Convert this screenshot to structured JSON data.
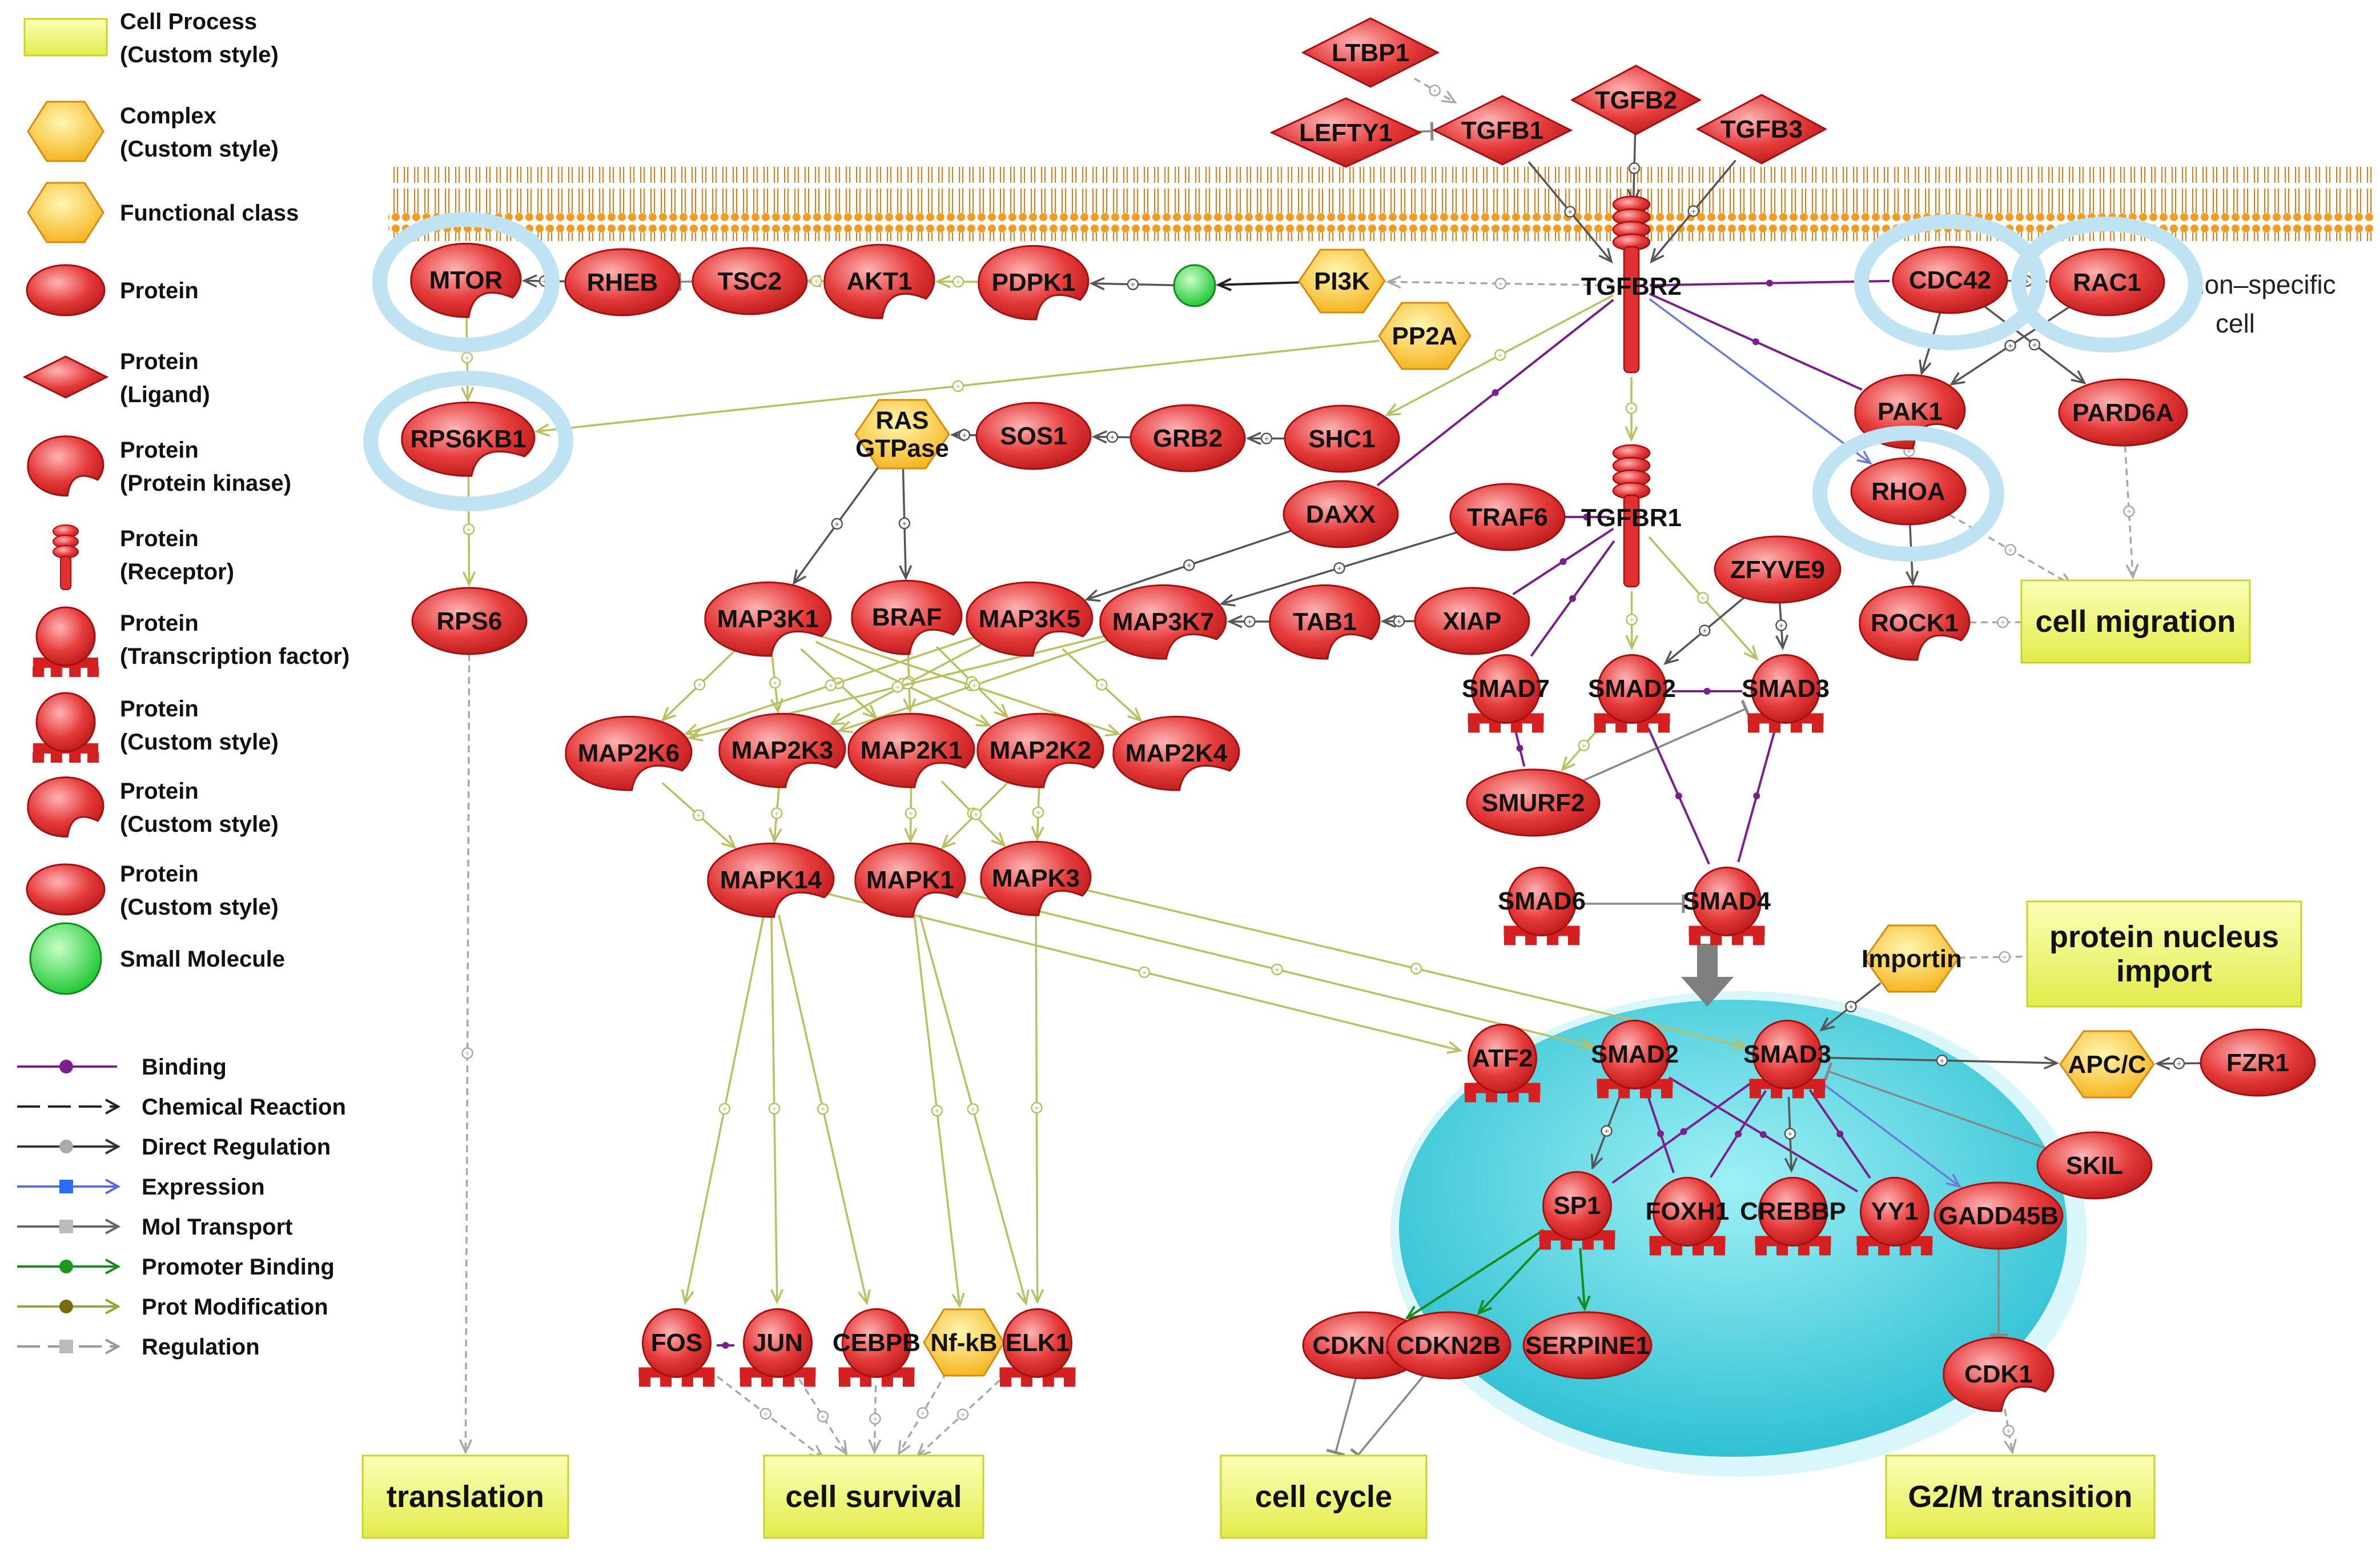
{
  "legend": {
    "node_types": [
      {
        "shape": "process",
        "line1": "Cell Process",
        "line2": "(Custom style)"
      },
      {
        "shape": "hexagon",
        "line1": "Complex",
        "line2": "(Custom style)"
      },
      {
        "shape": "hexagon",
        "line1": "Functional class",
        "line2": ""
      },
      {
        "shape": "ellipse",
        "line1": "Protein",
        "line2": ""
      },
      {
        "shape": "diamond",
        "line1": "Protein",
        "line2": "(Ligand)"
      },
      {
        "shape": "kinase",
        "line1": "Protein",
        "line2": "(Protein kinase)"
      },
      {
        "shape": "receptor",
        "line1": "Protein",
        "line2": "(Receptor)"
      },
      {
        "shape": "tf",
        "line1": "Protein",
        "line2": "(Transcription factor)"
      },
      {
        "shape": "tf",
        "line1": "Protein",
        "line2": "(Custom style)"
      },
      {
        "shape": "kinase",
        "line1": "Protein",
        "line2": "(Custom style)"
      },
      {
        "shape": "ellipse",
        "line1": "Protein",
        "line2": "(Custom style)"
      },
      {
        "shape": "small",
        "line1": "Small Molecule",
        "line2": ""
      }
    ],
    "edge_types": [
      {
        "label": "Binding",
        "color": "#7b1f8f",
        "style": "solid",
        "marker": "dot"
      },
      {
        "label": "Chemical Reaction",
        "color": "#222222",
        "style": "dash",
        "marker": "arrow"
      },
      {
        "label": "Direct Regulation",
        "color": "#333333",
        "style": "solid",
        "marker": "grey"
      },
      {
        "label": "Expression",
        "color": "#5a6fd0",
        "style": "solid",
        "marker": "square"
      },
      {
        "label": "Mol Transport",
        "color": "#666666",
        "style": "solid",
        "marker": "greysquare"
      },
      {
        "label": "Promoter Binding",
        "color": "#1a8a1a",
        "style": "solid",
        "marker": "green"
      },
      {
        "label": "Prot Modification",
        "color": "#9aa23a",
        "style": "solid",
        "marker": "olive"
      },
      {
        "label": "Regulation",
        "color": "#999999",
        "style": "dash",
        "marker": "greysquare"
      }
    ]
  },
  "cell_label": {
    "line1": "non–specific",
    "line2": "cell"
  },
  "nodes": [
    {
      "id": "LTBP1",
      "label": "LTBP1",
      "type": "diamond"
    },
    {
      "id": "LEFTY1",
      "label": "LEFTY1",
      "type": "diamond"
    },
    {
      "id": "TGFB1",
      "label": "TGFB1",
      "type": "diamond"
    },
    {
      "id": "TGFB2",
      "label": "TGFB2",
      "type": "diamond"
    },
    {
      "id": "TGFB3",
      "label": "TGFB3",
      "type": "diamond"
    },
    {
      "id": "TGFBR2",
      "label": "TGFBR2",
      "type": "receptor"
    },
    {
      "id": "TGFBR1",
      "label": "TGFBR1",
      "type": "receptor"
    },
    {
      "id": "MTOR",
      "label": "MTOR",
      "type": "kinase",
      "halo": true
    },
    {
      "id": "RHEB",
      "label": "RHEB",
      "type": "ellipse"
    },
    {
      "id": "TSC2",
      "label": "TSC2",
      "type": "ellipse"
    },
    {
      "id": "AKT1",
      "label": "AKT1",
      "type": "kinase"
    },
    {
      "id": "PDPK1",
      "label": "PDPK1",
      "type": "kinase"
    },
    {
      "id": "SMALL",
      "label": "",
      "type": "small"
    },
    {
      "id": "PI3K",
      "label": "PI3K",
      "type": "hexagon"
    },
    {
      "id": "PP2A",
      "label": "PP2A",
      "type": "hexagon"
    },
    {
      "id": "CDC42",
      "label": "CDC42",
      "type": "ellipse",
      "halo": true
    },
    {
      "id": "RAC1",
      "label": "RAC1",
      "type": "ellipse",
      "halo": true
    },
    {
      "id": "RPS6KB1",
      "label": "RPS6KB1",
      "type": "kinase",
      "halo": true
    },
    {
      "id": "RASG",
      "label": "RAS\nGTPase",
      "type": "hexagon"
    },
    {
      "id": "SOS1",
      "label": "SOS1",
      "type": "ellipse"
    },
    {
      "id": "GRB2",
      "label": "GRB2",
      "type": "ellipse"
    },
    {
      "id": "SHC1",
      "label": "SHC1",
      "type": "ellipse"
    },
    {
      "id": "PAK1",
      "label": "PAK1",
      "type": "kinase"
    },
    {
      "id": "PARD6A",
      "label": "PARD6A",
      "type": "ellipse"
    },
    {
      "id": "DAXX",
      "label": "DAXX",
      "type": "ellipse"
    },
    {
      "id": "TRAF6",
      "label": "TRAF6",
      "type": "ellipse"
    },
    {
      "id": "RHOA",
      "label": "RHOA",
      "type": "ellipse",
      "halo": true
    },
    {
      "id": "ZFYVE9",
      "label": "ZFYVE9",
      "type": "ellipse"
    },
    {
      "id": "RPS6",
      "label": "RPS6",
      "type": "ellipse"
    },
    {
      "id": "MAP3K1",
      "label": "MAP3K1",
      "type": "kinase"
    },
    {
      "id": "BRAF",
      "label": "BRAF",
      "type": "kinase"
    },
    {
      "id": "MAP3K5",
      "label": "MAP3K5",
      "type": "kinase"
    },
    {
      "id": "MAP3K7",
      "label": "MAP3K7",
      "type": "kinase"
    },
    {
      "id": "TAB1",
      "label": "TAB1",
      "type": "kinase"
    },
    {
      "id": "XIAP",
      "label": "XIAP",
      "type": "ellipse"
    },
    {
      "id": "ROCK1",
      "label": "ROCK1",
      "type": "kinase"
    },
    {
      "id": "SMAD7",
      "label": "SMAD7",
      "type": "tf"
    },
    {
      "id": "SMAD2c",
      "label": "SMAD2",
      "type": "tf"
    },
    {
      "id": "SMAD3c",
      "label": "SMAD3",
      "type": "tf"
    },
    {
      "id": "MAP2K6",
      "label": "MAP2K6",
      "type": "kinase"
    },
    {
      "id": "MAP2K3",
      "label": "MAP2K3",
      "type": "kinase"
    },
    {
      "id": "MAP2K1",
      "label": "MAP2K1",
      "type": "kinase"
    },
    {
      "id": "MAP2K2",
      "label": "MAP2K2",
      "type": "kinase"
    },
    {
      "id": "MAP2K4",
      "label": "MAP2K4",
      "type": "kinase"
    },
    {
      "id": "SMURF2",
      "label": "SMURF2",
      "type": "ellipse"
    },
    {
      "id": "MAPK14",
      "label": "MAPK14",
      "type": "kinase"
    },
    {
      "id": "MAPK1",
      "label": "MAPK1",
      "type": "kinase"
    },
    {
      "id": "MAPK3",
      "label": "MAPK3",
      "type": "kinase"
    },
    {
      "id": "SMAD6",
      "label": "SMAD6",
      "type": "tf"
    },
    {
      "id": "SMAD4",
      "label": "SMAD4",
      "type": "tf"
    },
    {
      "id": "Importin",
      "label": "Importin",
      "type": "hexagon"
    },
    {
      "id": "ATF2",
      "label": "ATF2",
      "type": "tf"
    },
    {
      "id": "SMAD2n",
      "label": "SMAD2",
      "type": "tf"
    },
    {
      "id": "SMAD3n",
      "label": "SMAD3",
      "type": "tf"
    },
    {
      "id": "APCC",
      "label": "APC/C",
      "type": "hexagon"
    },
    {
      "id": "FZR1",
      "label": "FZR1",
      "type": "ellipse"
    },
    {
      "id": "SKIL",
      "label": "SKIL",
      "type": "ellipse"
    },
    {
      "id": "SP1",
      "label": "SP1",
      "type": "tf"
    },
    {
      "id": "FOXH1",
      "label": "FOXH1",
      "type": "tf"
    },
    {
      "id": "CREBBP",
      "label": "CREBBP",
      "type": "tf"
    },
    {
      "id": "YY1",
      "label": "YY1",
      "type": "tf"
    },
    {
      "id": "GADD45B",
      "label": "GADD45B",
      "type": "ellipse"
    },
    {
      "id": "FOS",
      "label": "FOS",
      "type": "tf"
    },
    {
      "id": "JUN",
      "label": "JUN",
      "type": "tf"
    },
    {
      "id": "CEBPB",
      "label": "CEBPB",
      "type": "tf"
    },
    {
      "id": "NFKB",
      "label": "Nf-kB",
      "type": "hexagon"
    },
    {
      "id": "ELK1",
      "label": "ELK1",
      "type": "tf"
    },
    {
      "id": "CDKN1A",
      "label": "CDKN1A",
      "type": "ellipse"
    },
    {
      "id": "CDKN2B",
      "label": "CDKN2B",
      "type": "ellipse"
    },
    {
      "id": "SERPINE1",
      "label": "SERPINE1",
      "type": "ellipse"
    },
    {
      "id": "CDK1",
      "label": "CDK1",
      "type": "kinase"
    },
    {
      "id": "cell_migration",
      "label": "cell migration",
      "type": "process"
    },
    {
      "id": "prot_import",
      "label": "protein nucleus\nimport",
      "type": "process"
    },
    {
      "id": "translation",
      "label": "translation",
      "type": "process"
    },
    {
      "id": "cell_survival",
      "label": "cell survival",
      "type": "process"
    },
    {
      "id": "cell_cycle",
      "label": "cell cycle",
      "type": "process"
    },
    {
      "id": "g2m",
      "label": "G2/M transition",
      "type": "process"
    }
  ],
  "edges": [
    [
      "LTBP1",
      "TGFB1",
      "reg"
    ],
    [
      "LEFTY1",
      "TGFB1",
      "inh"
    ],
    [
      "TGFB1",
      "TGFBR2",
      "dir"
    ],
    [
      "TGFB2",
      "TGFBR2",
      "dir"
    ],
    [
      "TGFB3",
      "TGFBR2",
      "dir"
    ],
    [
      "TGFBR2",
      "PI3K",
      "reg"
    ],
    [
      "PI3K",
      "SMALL",
      "chem"
    ],
    [
      "SMALL",
      "PDPK1",
      "dir"
    ],
    [
      "PDPK1",
      "AKT1",
      "pm"
    ],
    [
      "AKT1",
      "TSC2",
      "pm"
    ],
    [
      "TSC2",
      "RHEB",
      "inh"
    ],
    [
      "RHEB",
      "MTOR",
      "dir"
    ],
    [
      "MTOR",
      "RPS6KB1",
      "pm"
    ],
    [
      "RPS6KB1",
      "RPS6",
      "pm"
    ],
    [
      "RPS6",
      "translation",
      "reg"
    ],
    [
      "PP2A",
      "RPS6KB1",
      "pm"
    ],
    [
      "TGFBR2",
      "CDC42",
      "bind"
    ],
    [
      "CDC42",
      "RAC1",
      "dir"
    ],
    [
      "CDC42",
      "PAK1",
      "dir"
    ],
    [
      "CDC42",
      "PARD6A",
      "dir"
    ],
    [
      "RAC1",
      "PAK1",
      "dir"
    ],
    [
      "TGFBR2",
      "PAK1",
      "bind"
    ],
    [
      "TGFBR2",
      "RHOA",
      "exp"
    ],
    [
      "TGFBR2",
      "TGFBR1",
      "pm"
    ],
    [
      "TGFBR2",
      "DAXX",
      "bind"
    ],
    [
      "TGFBR2",
      "SHC1",
      "pm"
    ],
    [
      "SHC1",
      "GRB2",
      "dir"
    ],
    [
      "GRB2",
      "SOS1",
      "dir"
    ],
    [
      "SOS1",
      "RASG",
      "dir"
    ],
    [
      "RASG",
      "MAP3K1",
      "dir"
    ],
    [
      "RASG",
      "BRAF",
      "dir"
    ],
    [
      "DAXX",
      "MAP3K5",
      "dir"
    ],
    [
      "TRAF6",
      "TGFBR1",
      "bind"
    ],
    [
      "TRAF6",
      "MAP3K7",
      "dir"
    ],
    [
      "TAB1",
      "MAP3K7",
      "dir"
    ],
    [
      "XIAP",
      "TAB1",
      "dir"
    ],
    [
      "TGFBR1",
      "XIAP",
      "bind"
    ],
    [
      "TGFBR1",
      "SMAD7",
      "bind"
    ],
    [
      "TGFBR1",
      "SMAD2c",
      "pm"
    ],
    [
      "TGFBR1",
      "SMAD3c",
      "pm"
    ],
    [
      "ZFYVE9",
      "SMAD2c",
      "dir"
    ],
    [
      "ZFYVE9",
      "SMAD3c",
      "dir"
    ],
    [
      "SMAD2c",
      "SMAD3c",
      "bind"
    ],
    [
      "SMAD7",
      "SMURF2",
      "bind"
    ],
    [
      "SMAD2c",
      "SMURF2",
      "pm"
    ],
    [
      "SMURF2",
      "SMAD3c",
      "inh"
    ],
    [
      "SMAD2c",
      "SMAD4",
      "bind"
    ],
    [
      "SMAD3c",
      "SMAD4",
      "bind"
    ],
    [
      "SMAD6",
      "SMAD4",
      "inh"
    ],
    [
      "PAK1",
      "RHOA",
      "reg"
    ],
    [
      "RHOA",
      "ROCK1",
      "dir"
    ],
    [
      "ROCK1",
      "cell_migration",
      "reg"
    ],
    [
      "RHOA",
      "cell_migration",
      "reg"
    ],
    [
      "PARD6A",
      "cell_migration",
      "reg"
    ],
    [
      "MAP3K1",
      "MAP2K6",
      "pm"
    ],
    [
      "MAP3K1",
      "MAP2K3",
      "pm"
    ],
    [
      "MAP3K1",
      "MAP2K1",
      "pm"
    ],
    [
      "MAP3K1",
      "MAP2K2",
      "pm"
    ],
    [
      "MAP3K1",
      "MAP2K4",
      "pm"
    ],
    [
      "BRAF",
      "MAP2K1",
      "pm"
    ],
    [
      "BRAF",
      "MAP2K2",
      "pm"
    ],
    [
      "MAP3K5",
      "MAP2K6",
      "pm"
    ],
    [
      "MAP3K5",
      "MAP2K3",
      "pm"
    ],
    [
      "MAP3K5",
      "MAP2K4",
      "pm"
    ],
    [
      "MAP3K7",
      "MAP2K6",
      "pm"
    ],
    [
      "MAP3K7",
      "MAP2K3",
      "pm"
    ],
    [
      "MAP2K6",
      "MAPK14",
      "pm"
    ],
    [
      "MAP2K3",
      "MAPK14",
      "pm"
    ],
    [
      "MAP2K1",
      "MAPK1",
      "pm"
    ],
    [
      "MAP2K1",
      "MAPK3",
      "pm"
    ],
    [
      "MAP2K2",
      "MAPK1",
      "pm"
    ],
    [
      "MAP2K2",
      "MAPK3",
      "pm"
    ],
    [
      "MAPK14",
      "ATF2",
      "pm"
    ],
    [
      "MAPK1",
      "SMAD2n",
      "pm"
    ],
    [
      "MAPK3",
      "SMAD3n",
      "pm"
    ],
    [
      "MAPK14",
      "FOS",
      "pm"
    ],
    [
      "MAPK14",
      "JUN",
      "pm"
    ],
    [
      "MAPK14",
      "CEBPB",
      "pm"
    ],
    [
      "MAPK1",
      "NFKB",
      "pm"
    ],
    [
      "MAPK1",
      "ELK1",
      "pm"
    ],
    [
      "MAPK3",
      "ELK1",
      "pm"
    ],
    [
      "FOS",
      "JUN",
      "bind"
    ],
    [
      "FOS",
      "cell_survival",
      "reg"
    ],
    [
      "JUN",
      "cell_survival",
      "reg"
    ],
    [
      "CEBPB",
      "cell_survival",
      "reg"
    ],
    [
      "NFKB",
      "cell_survival",
      "reg"
    ],
    [
      "ELK1",
      "cell_survival",
      "reg"
    ],
    [
      "Importin",
      "SMAD3n",
      "dir"
    ],
    [
      "Importin",
      "prot_import",
      "reg"
    ],
    [
      "SMAD3n",
      "APCC",
      "dir"
    ],
    [
      "FZR1",
      "APCC",
      "dir"
    ],
    [
      "SKIL",
      "SMAD3n",
      "inh"
    ],
    [
      "SMAD2n",
      "SP1",
      "dir"
    ],
    [
      "SMAD2n",
      "FOXH1",
      "bind"
    ],
    [
      "SMAD2n",
      "YY1",
      "bind"
    ],
    [
      "SMAD3n",
      "SP1",
      "bind"
    ],
    [
      "SMAD3n",
      "FOXH1",
      "bind"
    ],
    [
      "SMAD3n",
      "CREBBP",
      "dir"
    ],
    [
      "SMAD3n",
      "YY1",
      "bind"
    ],
    [
      "SMAD3n",
      "GADD45B",
      "exp"
    ],
    [
      "SP1",
      "CDKN1A",
      "prom"
    ],
    [
      "SP1",
      "CDKN2B",
      "prom"
    ],
    [
      "SP1",
      "SERPINE1",
      "prom"
    ],
    [
      "CDKN1A",
      "cell_cycle",
      "inh"
    ],
    [
      "CDKN2B",
      "cell_cycle",
      "inh"
    ],
    [
      "GADD45B",
      "CDK1",
      "inh"
    ],
    [
      "CDK1",
      "g2m",
      "reg"
    ]
  ]
}
